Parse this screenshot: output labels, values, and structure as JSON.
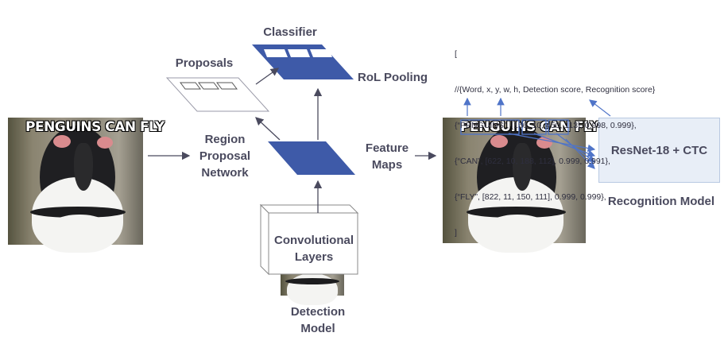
{
  "labels": {
    "classifier": "Classifier",
    "proposals": "Proposals",
    "rol_pooling": "RoL Pooling",
    "region_proposal": [
      "Region",
      "Proposal",
      "Network"
    ],
    "feature_maps": [
      "Feature",
      "Maps"
    ],
    "convolutional": [
      "Convolutional",
      "Layers"
    ],
    "detection_model": [
      "Detection",
      "Model"
    ],
    "resnet": "ResNet-18 + CTC",
    "recognition_model": "Recognition Model"
  },
  "image_caption": "PENGUINS CAN FLY",
  "output_json": [
    "[",
    "//{Word, x, y, w, h, Detection score, Recognition score}",
    "{“PENGUINS”, [156, 10, 450, 113], 0.998, 0.999},",
    "{“CAN”, [622, 10, 188, 112], 0.999, 0.991},",
    "{“FLY”, [822, 11, 150, 111], 0.999, 0.999},",
    "]"
  ],
  "colors": {
    "accent": "#3e5aa8",
    "arrow": "#4a4a5e",
    "blue_arrow": "#4f74c8",
    "panel_bg": "#e8eef7"
  }
}
